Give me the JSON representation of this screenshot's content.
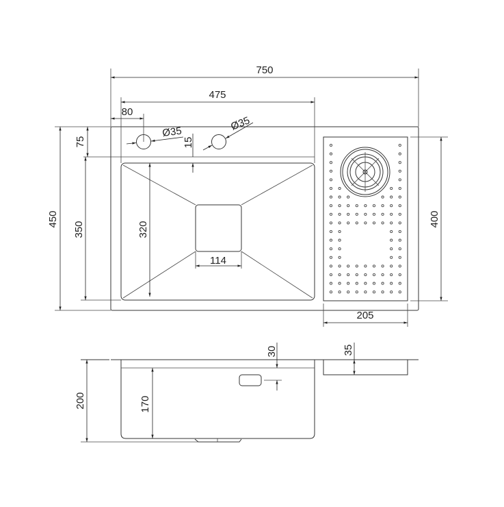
{
  "top_view": {
    "overall_width": "750",
    "bowl_section_width": "475",
    "tap_hole_offset": "80",
    "tap_hole_1_diameter": "Ø35",
    "tap_hole_2_diameter": "Ø35",
    "deck_to_bowl_gap": "15",
    "deck_depth": "75",
    "overall_depth": "450",
    "bowl_depth": "350",
    "bowl_inner_depth": "320",
    "drain_size": "114",
    "drainer_length": "400",
    "drainer_width": "205"
  },
  "side_view": {
    "overall_height": "200",
    "bowl_height": "170",
    "overflow_offset": "30",
    "drainer_height": "35"
  },
  "colors": {
    "line": "#333333",
    "background": "#ffffff"
  }
}
